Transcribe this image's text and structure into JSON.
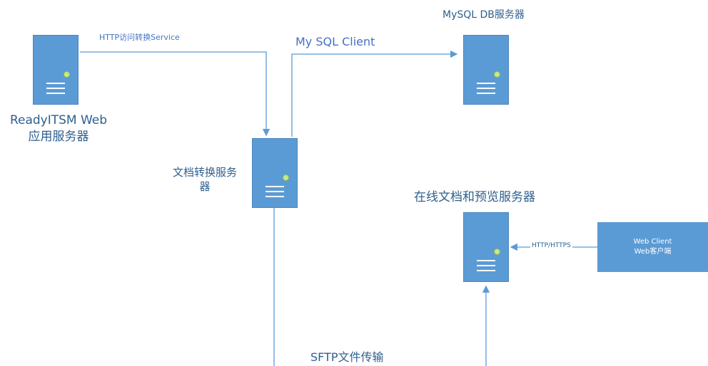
{
  "nodes": {
    "web_app_server": {
      "label_line1": "ReadyITSM Web",
      "label_line2": "应用服务器"
    },
    "mysql_server": {
      "label": "MySQL DB服务器"
    },
    "doc_convert_server": {
      "label_line1": "文档转换服务",
      "label_line2": "器"
    },
    "online_preview_server": {
      "label": "在线文档和预览服务器"
    },
    "web_client": {
      "line1": "Web Client",
      "line2": "Web客户端"
    }
  },
  "edges": {
    "http_convert": "HTTP访问转换Service",
    "mysql_client": "My SQL Client",
    "http_https": "HTTP/HTTPS",
    "sftp": "SFTP文件传输"
  },
  "colors": {
    "server_fill": "#5B9BD5",
    "connector": "#5B9BD5",
    "label_text": "#2e5f8e",
    "led": "#c9e88a"
  }
}
